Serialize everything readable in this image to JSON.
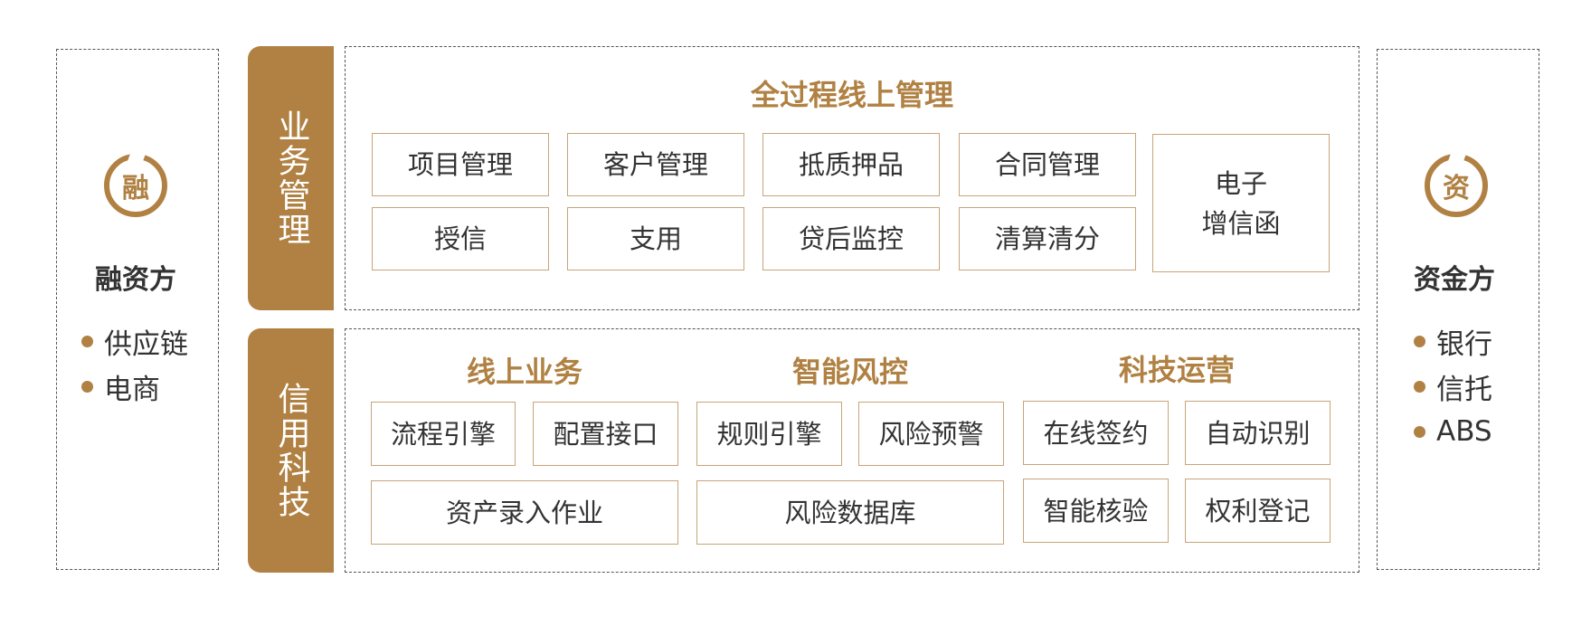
{
  "colors": {
    "accent": "#b08142",
    "box_border": "#c8a47a",
    "text": "#333333",
    "dash": "#555555"
  },
  "left_panel": {
    "icon_char": "融",
    "title": "融资方",
    "items": [
      "供应链",
      "电商"
    ]
  },
  "right_panel": {
    "icon_char": "资",
    "title": "资金方",
    "items": [
      "银行",
      "信托",
      "ABS"
    ]
  },
  "business_management": {
    "bar_label": "业务管理",
    "title": "全过程线上管理",
    "boxes": [
      "项目管理",
      "客户管理",
      "抵质押品",
      "合同管理",
      "授信",
      "支用",
      "贷后监控",
      "清算清分"
    ],
    "tall_box_lines": [
      "电子",
      "增信函"
    ]
  },
  "credit_tech": {
    "bar_label": "信用科技",
    "groups": [
      {
        "title": "线上业务",
        "boxes": [
          "流程引擎",
          "配置接口",
          "资产录入作业"
        ]
      },
      {
        "title": "智能风控",
        "boxes": [
          "规则引擎",
          "风险预警",
          "风险数据库"
        ]
      },
      {
        "title": "科技运营",
        "boxes": [
          "在线签约",
          "自动识别",
          "智能核验",
          "权利登记"
        ]
      }
    ]
  }
}
